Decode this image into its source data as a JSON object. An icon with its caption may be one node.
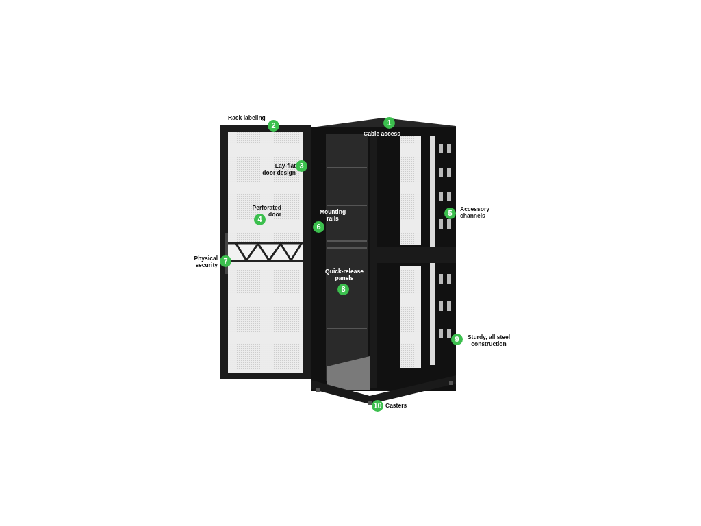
{
  "diagram": {
    "labels": [
      "Rack labeling",
      "2",
      "1",
      "Cable access",
      "Lay-flat door design",
      "3",
      "Perforated door",
      "4",
      "Mounting rails",
      "6",
      "Accessory channels",
      "5",
      "Physical security",
      "7",
      "Quick-release panels",
      "8",
      "9",
      "Sturdy, all steel construction",
      "10",
      "Casters"
    ]
  }
}
